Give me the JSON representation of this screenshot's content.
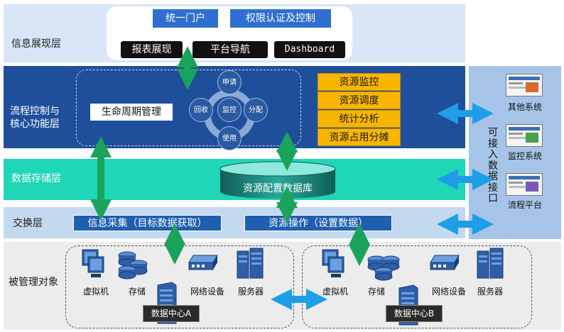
{
  "layers": {
    "presentation": "信息展现层",
    "process": "流程控制与\n核心功能层",
    "storage": "数据存储层",
    "exchange": "交换层",
    "managed": "被管理对象"
  },
  "presentation": {
    "unified_portal": "统一门户",
    "auth": "权限认证及控制",
    "report": "报表展现",
    "nav": "平台导航",
    "dashboard": "Dashboard"
  },
  "process": {
    "lifecycle_label": "生命周期管理",
    "cycle": {
      "top": "申请",
      "left": "回收",
      "center": "监控",
      "right": "分配",
      "bottom": "使用"
    },
    "functions": [
      "资源监控",
      "资源调度",
      "统计分析",
      "资源占用分摊"
    ]
  },
  "storage": {
    "db_label": "资源配置数据库"
  },
  "exchange": {
    "collect": "信息采集（目标数据获取）",
    "operate": "资源操作（设置数据）"
  },
  "interface": {
    "title": "可\n接\n入\n数\n据\n接\n口",
    "systems": [
      "其他系统",
      "监控系统",
      "流程平台"
    ]
  },
  "datacenters": [
    {
      "name": "数据中心A",
      "devices": [
        "虚拟机",
        "存储",
        "网络设备",
        "服务器"
      ]
    },
    {
      "name": "数据中心B",
      "devices": [
        "虚拟机",
        "存储",
        "网络设备",
        "服务器"
      ]
    }
  ],
  "colors": {
    "presentation_bg": "#d8e6f7",
    "process_bg": "#1f4f9a",
    "storage_bg": "#1fd6b6",
    "exchange_bg": "#c3d9f0",
    "managed_bg": "#ececec",
    "accent_orange": "#f8b600",
    "arrow_green": "#1aa35a",
    "arrow_blue": "#1e9ee8"
  }
}
